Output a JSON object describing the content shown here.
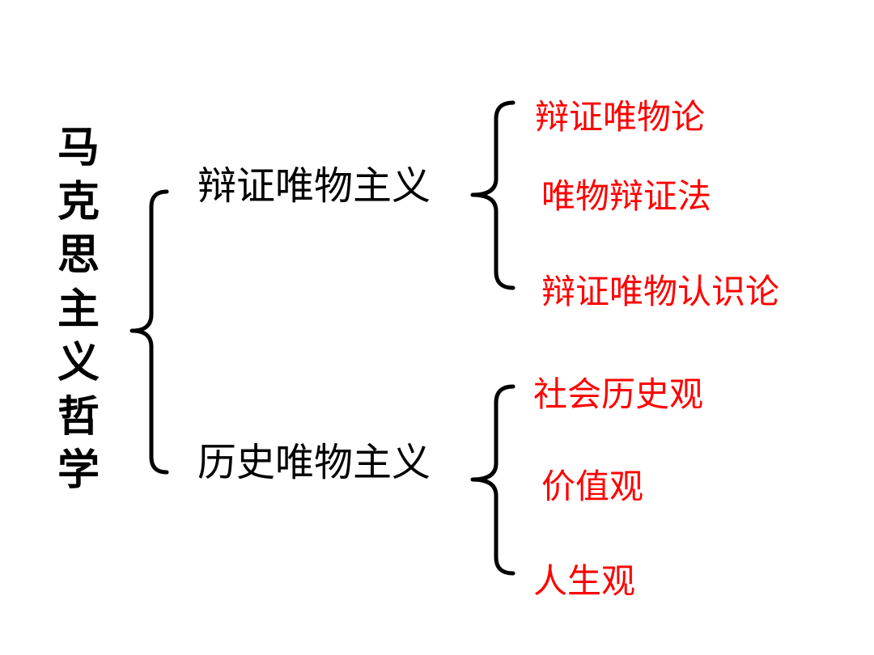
{
  "root": {
    "chars": [
      "马",
      "克",
      "思",
      "主",
      "义",
      "哲",
      "学"
    ]
  },
  "branches": [
    {
      "label": "辩证唯物主义",
      "children": [
        "辩证唯物论",
        "唯物辩证法",
        "辩证唯物认识论"
      ]
    },
    {
      "label": "历史唯物主义",
      "children": [
        "社会历史观",
        "价值观",
        "人生观"
      ]
    }
  ],
  "colors": {
    "root_text": "#000000",
    "branch_text": "#000000",
    "leaf_text": "#ff0000",
    "brace": "#000000"
  }
}
